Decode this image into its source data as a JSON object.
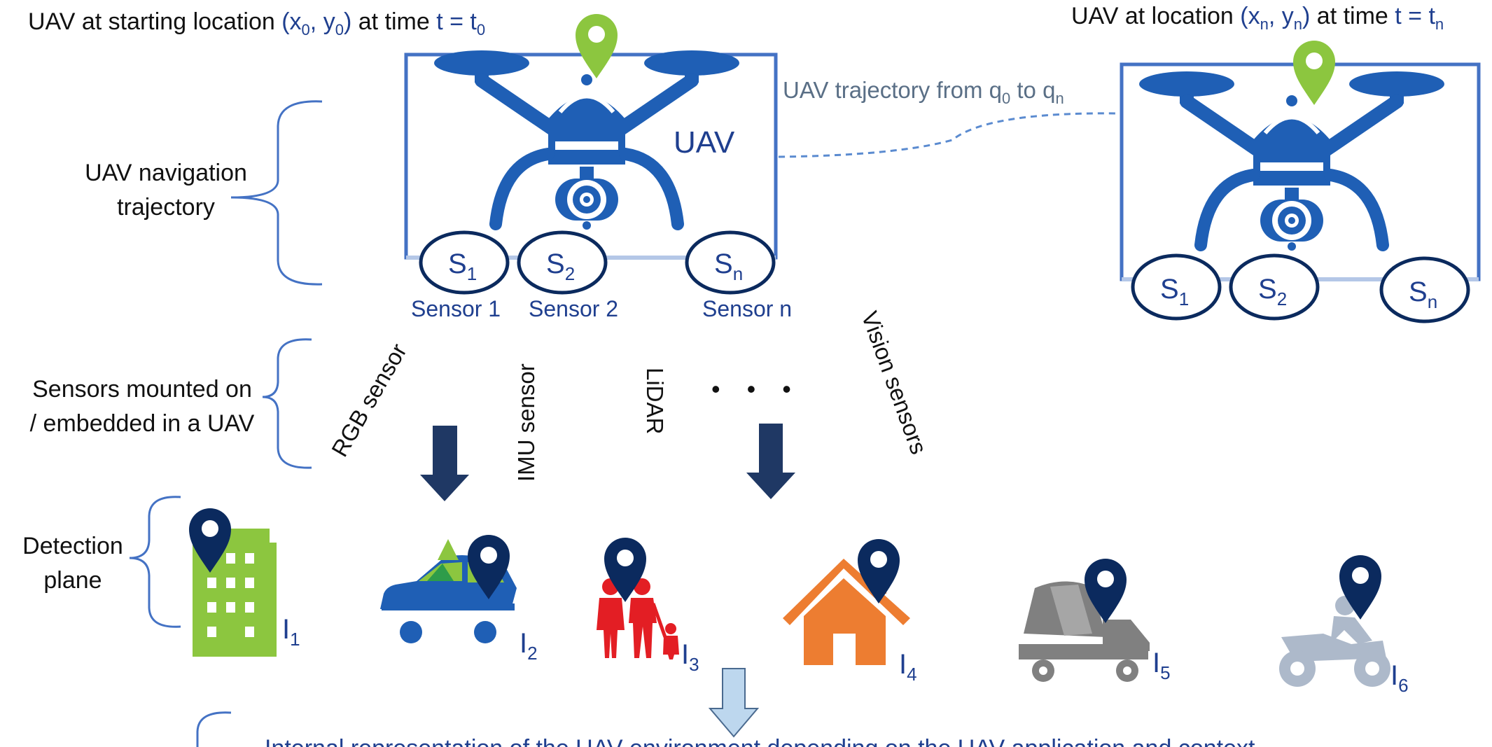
{
  "labels": {
    "start_prefix": "UAV at starting location ",
    "start_coords": "(x",
    "start_sub0": "0",
    "start_mid": ", y",
    "start_sub1": "0",
    "start_close": ")",
    "start_time_prefix": " at time ",
    "start_time": "t = t",
    "start_time_sub": "0",
    "end_prefix": "UAV at location ",
    "end_coords": "(x",
    "end_sub0": "n",
    "end_mid": ", y",
    "end_sub1": "n",
    "end_close": ")",
    "end_time_prefix": " at time ",
    "end_time": "t = t",
    "end_time_sub": "n",
    "trajectory_text": "UAV trajectory from q",
    "trajectory_sub0": "0",
    "trajectory_to": " to  q",
    "trajectory_sub1": "n",
    "uav": "UAV",
    "nav_line1": "UAV navigation",
    "nav_line2": "trajectory",
    "sensors_line1": "Sensors mounted on",
    "sensors_line2": "/ embedded in a UAV",
    "detection_line1": "Detection",
    "detection_line2": "plane",
    "bottom_caption": "Internal representation of the UAV environment depending on the UAV application and context"
  },
  "sensor_circles": [
    {
      "letter": "S",
      "sub": "1"
    },
    {
      "letter": "S",
      "sub": "2"
    },
    {
      "letter": "S",
      "sub": "n"
    }
  ],
  "sensor_names": [
    "Sensor 1",
    "Sensor 2",
    "Sensor n"
  ],
  "sensor_types": [
    "RGB sensor",
    "IMU sensor",
    "LiDAR",
    "Vision sensors"
  ],
  "ellipsis": "• • •",
  "objects": [
    {
      "icon": "building-icon",
      "label": "I",
      "sub": "1"
    },
    {
      "icon": "car-icon",
      "label": "I",
      "sub": "2"
    },
    {
      "icon": "family-icon",
      "label": "I",
      "sub": "3"
    },
    {
      "icon": "house-icon",
      "label": "I",
      "sub": "4"
    },
    {
      "icon": "truck-icon",
      "label": "I",
      "sub": "5"
    },
    {
      "icon": "motorbike-icon",
      "label": "I",
      "sub": "6"
    }
  ],
  "colors": {
    "uav_blue": "#1f5fb5",
    "frame_blue": "#4472c4",
    "pin_green": "#8cc63f",
    "pin_navy": "#0b2a5e",
    "arrow_navy": "#1f3864",
    "building_green": "#8cc63f",
    "house_orange": "#ed7d31",
    "family_red": "#e31e24",
    "truck_gray": "#808080",
    "bike_gray": "#adb9ca",
    "light_arrow": "#bdd7ee"
  }
}
